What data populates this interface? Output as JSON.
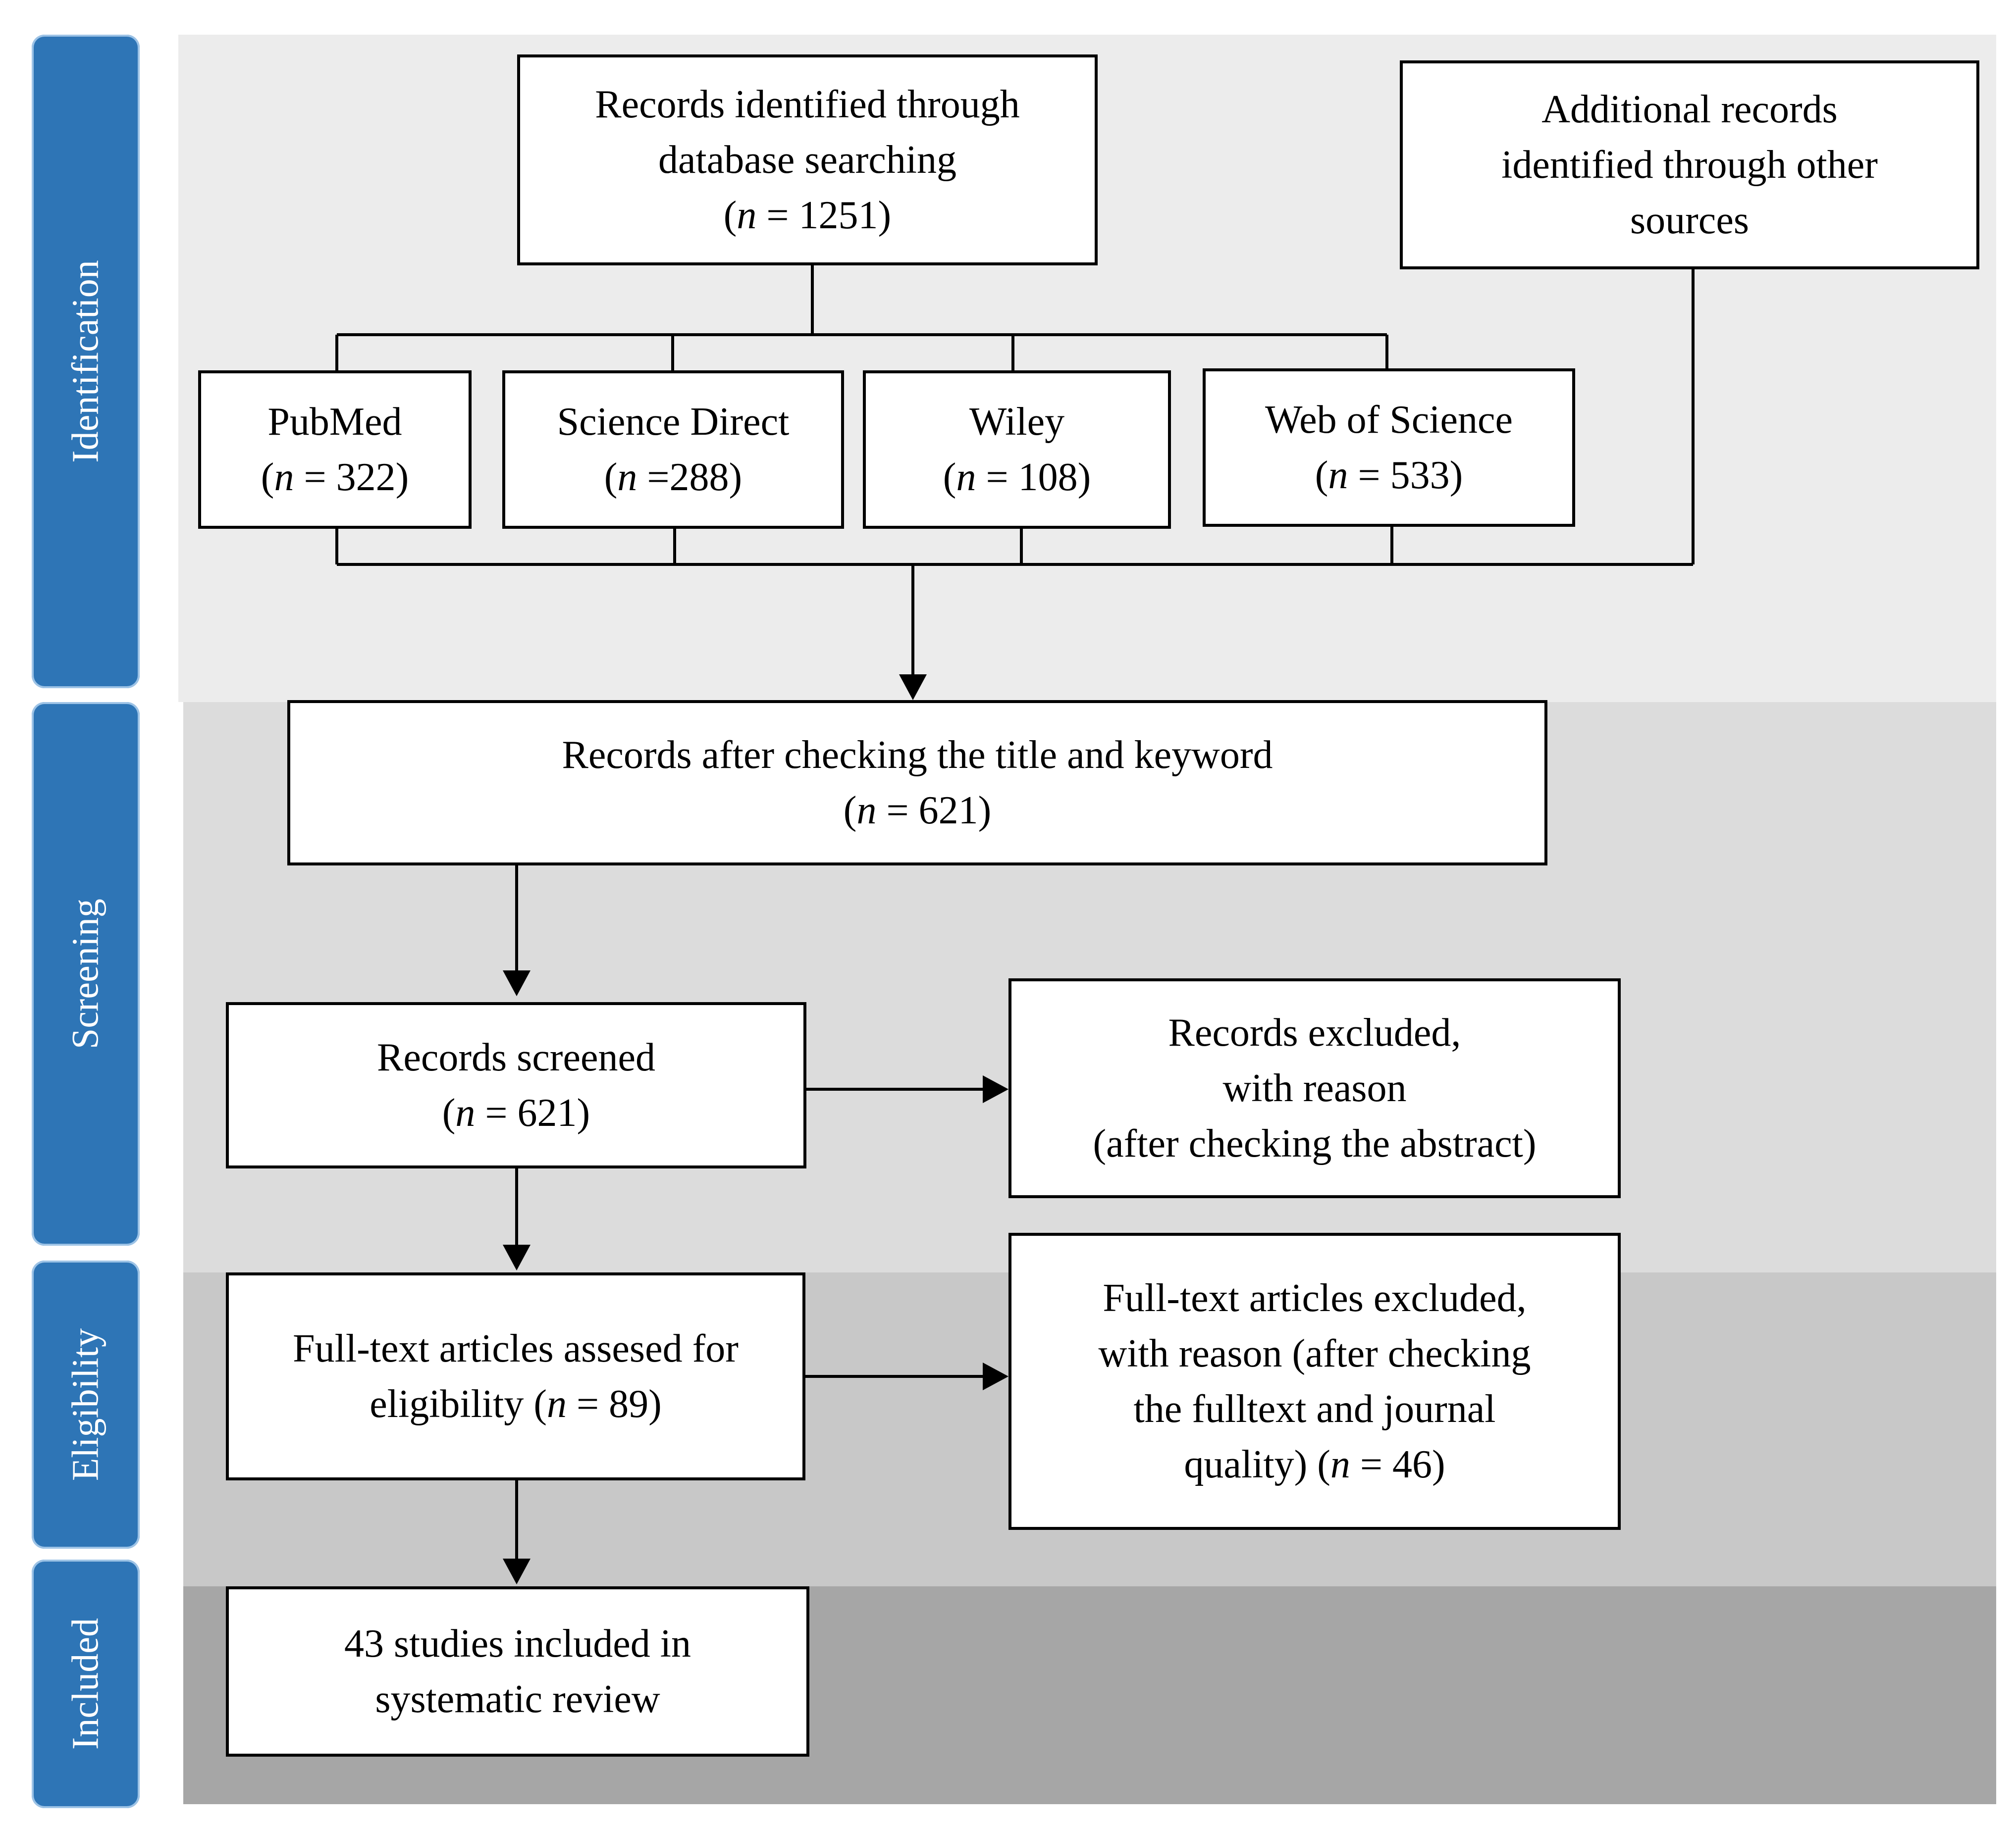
{
  "stages": {
    "identification": "Identification",
    "screening": "Screening",
    "eligibility": "Eligibility",
    "included": "Included"
  },
  "boxes": {
    "database": {
      "lines": [
        "Records identified through",
        "database searching"
      ],
      "n": "1251"
    },
    "additional": {
      "lines": [
        "Additional records",
        "identified through other",
        "sources"
      ]
    },
    "pubmed": {
      "label": "PubMed",
      "n": "322"
    },
    "sciencedirect": {
      "label": "Science Direct",
      "n": "288"
    },
    "wiley": {
      "label": "Wiley",
      "n": "108"
    },
    "wos": {
      "label": "Web of Science",
      "n": "533"
    },
    "title_keyword": {
      "label": "Records after checking the title and keyword",
      "n": "621"
    },
    "screened": {
      "label": "Records screened",
      "n": "621"
    },
    "excluded_abstract": {
      "lines": [
        "Records excluded,",
        "with reason",
        "(after checking the abstract)"
      ]
    },
    "fulltext": {
      "line1": "Full-text articles assesed for",
      "line2_prefix": "eligibility (",
      "n": "89"
    },
    "excluded_fulltext": {
      "lines": [
        "Full-text articles excluded,",
        "with reason (after checking",
        "the fulltext and journal"
      ],
      "line4_prefix": "quality) (",
      "n": "46"
    },
    "included": {
      "lines": [
        "43 studies included in",
        "systematic review"
      ]
    }
  },
  "n_symbol": "n",
  "colors": {
    "tab": "#2e75b6",
    "band_identification": "#ececec",
    "band_screening": "#dcdcdc",
    "band_eligibility": "#c8c8c8",
    "band_included": "#a6a6a6"
  }
}
